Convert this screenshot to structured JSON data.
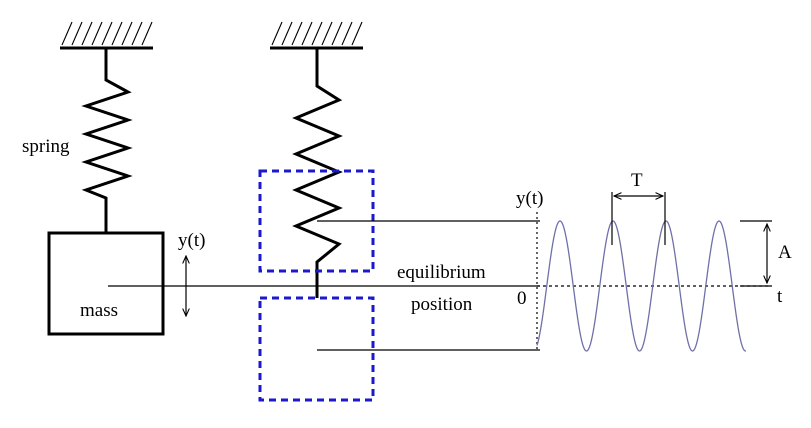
{
  "labels": {
    "spring": "spring",
    "mass": "mass",
    "yt_left": "y(t)",
    "yt_axis": "y(t)",
    "equilibrium": "equilibrium",
    "position": "position",
    "zero": "0",
    "t_axis": "t",
    "period": "T",
    "amplitude": "A"
  },
  "colors": {
    "dashed_box": "#1a1acc",
    "waveform": "#7070a8",
    "ink": "#000000"
  }
}
